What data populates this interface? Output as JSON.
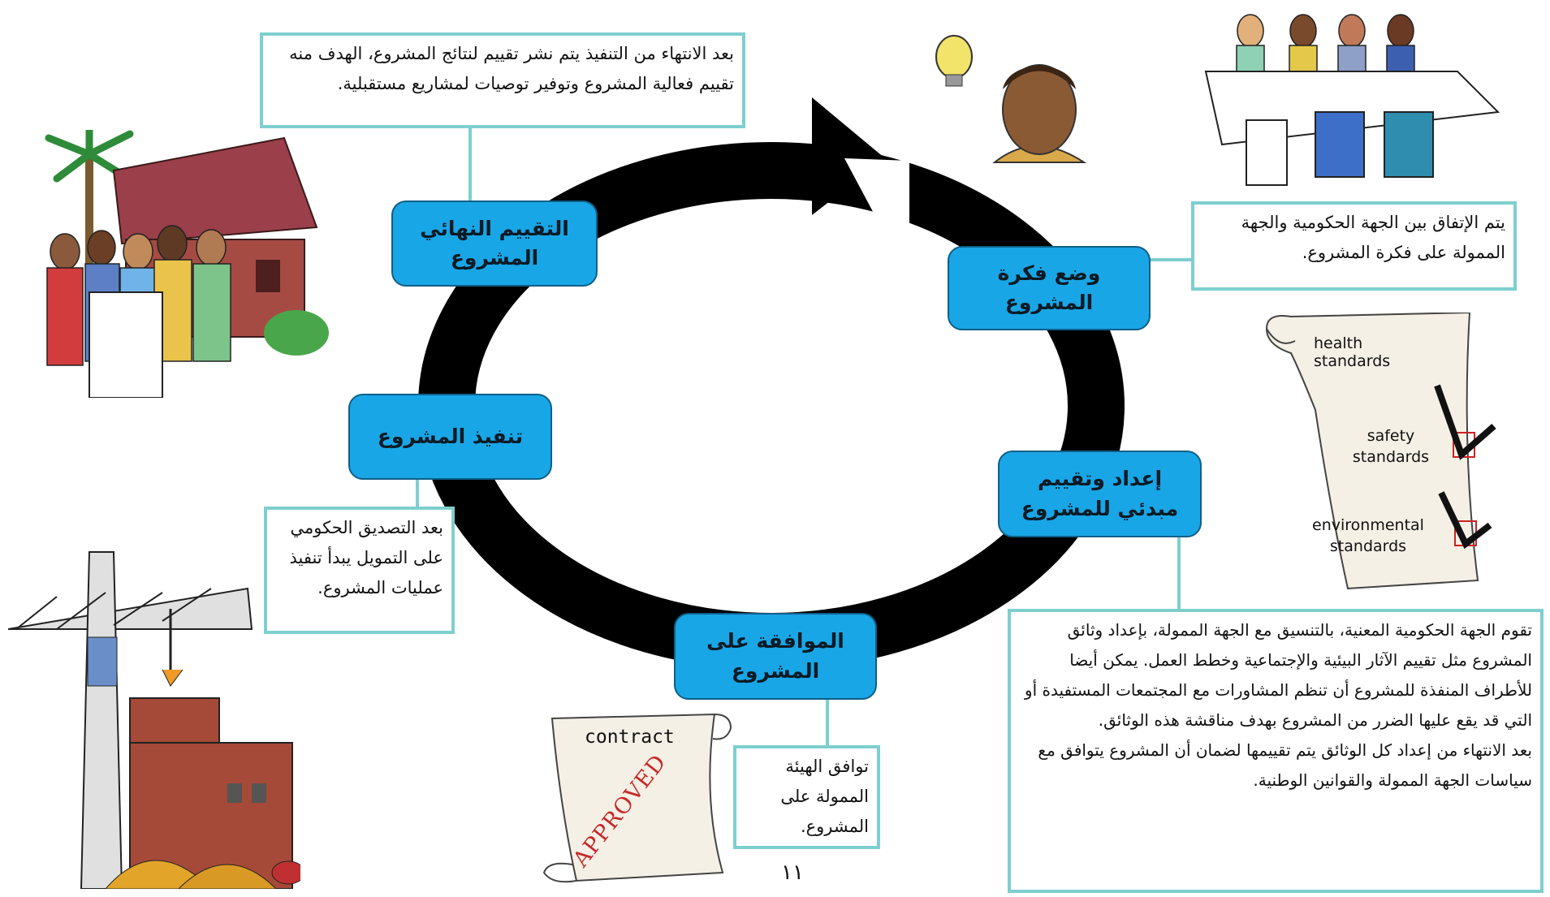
{
  "stages": {
    "idea": "وضع فكرة المشروع",
    "preparation": "إعداد وتقييم مبدئي للمشروع",
    "approval": "الموافقة على المشروع",
    "implementation": "تنفيذ المشروع",
    "final_evaluation": "التقييم النهائي المشروع"
  },
  "notes": {
    "idea": "يتم الإتفاق بين الجهة الحكومية والجهة الممولة على فكرة المشروع.",
    "preparation_p1": "تقوم الجهة الحكومية المعنية، بالتنسيق مع الجهة الممولة، بإعداد وثائق المشروع مثل تقييم الآثار البيئية والإجتماعية وخطط العمل. يمكن أيضا للأطراف المنفذة للمشروع أن تنظم المشاورات مع المجتمعات المستفيدة أو التي قد يقع عليها الضرر من المشروع بهدف مناقشة هذه الوثائق.",
    "preparation_p2": "بعد الانتهاء من إعداد كل الوثائق يتم تقييمها لضمان أن المشروع يتوافق مع سياسات الجهة الممولة والقوانين الوطنية.",
    "approval": "توافق الهيئة الممولة على المشروع.",
    "implementation": "بعد التصديق الحكومي على التمويل يبدأ تنفيذ عمليات المشروع.",
    "final_evaluation": "بعد الانتهاء من التنفيذ يتم نشر تقييم لنتائج المشروع، الهدف منه تقييم فعالية المشروع وتوفير توصيات لمشاريع مستقبلية."
  },
  "standards_scroll": {
    "health": "health standards",
    "safety": "safety standards",
    "environmental": "environmental standards"
  },
  "contract_scroll": {
    "title": "contract",
    "stamp": "APPROVED"
  },
  "page_number": "١١",
  "colors": {
    "stage_fill": "#19a6e6",
    "note_border": "#7ecfcf",
    "cycle": "#000000"
  }
}
